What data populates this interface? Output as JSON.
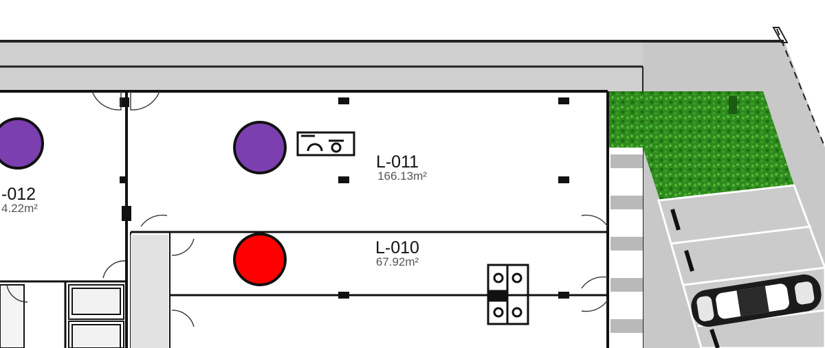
{
  "floor_plan": {
    "units": [
      {
        "code": "-012",
        "area": "4.22m²",
        "status": "available",
        "status_color": "#7b3fb0"
      },
      {
        "code": "L-011",
        "area": "166.13m²",
        "status": "available",
        "status_color": "#7b3fb0"
      },
      {
        "code": "L-010",
        "area": "67.92m²",
        "status": "unavailable",
        "status_color": "#ff0000"
      }
    ],
    "colors": {
      "corridor": "#cfcfcf",
      "wall": "#111111",
      "grass": "#2f8f1f",
      "road": "#c9c9c9",
      "stripe": "#b9b9b9"
    },
    "icons": [
      "door-swing-icon",
      "kitchen-fixture-icon",
      "washroom-fixture-icon",
      "parked-car-icon",
      "tree-icon"
    ]
  }
}
